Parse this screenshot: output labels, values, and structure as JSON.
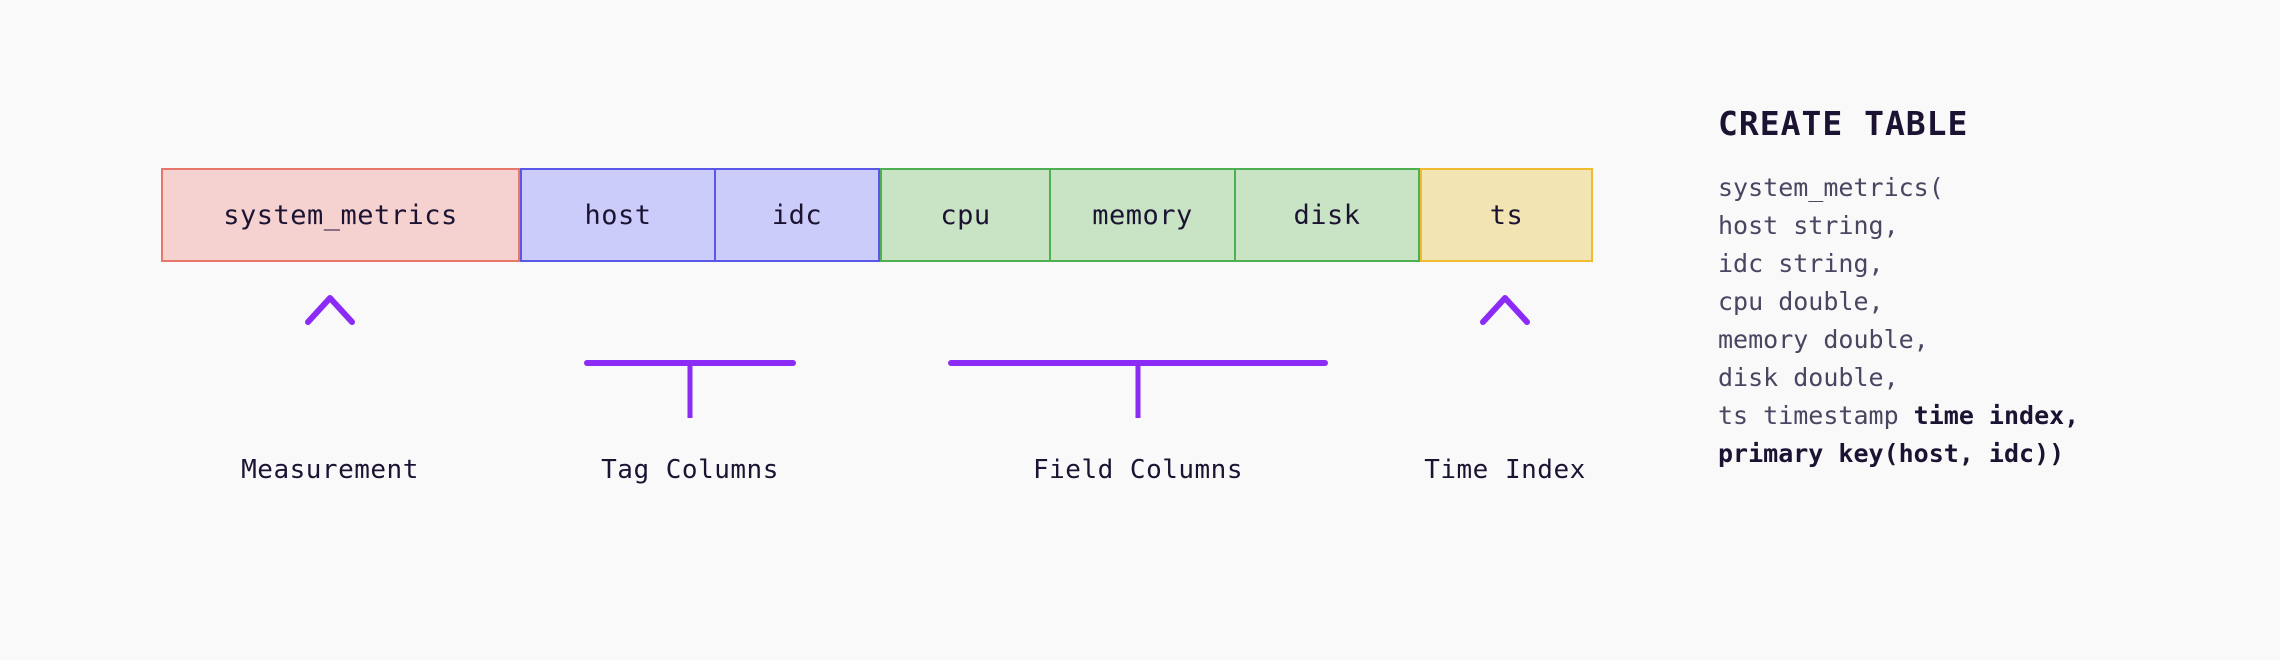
{
  "background_color": "#f9f9f9",
  "schema_bar": {
    "groups": [
      {
        "kind": "measurement",
        "label": "Measurement",
        "accent_fill": "#f5d2cf",
        "accent_border": "#e8776b",
        "columns": [
          {
            "name": "system_metrics"
          }
        ]
      },
      {
        "kind": "tag",
        "label": "Tag Columns",
        "accent_fill": "#ccccfa",
        "accent_border": "#5a56e8",
        "columns": [
          {
            "name": "host"
          },
          {
            "name": "idc"
          }
        ]
      },
      {
        "kind": "field",
        "label": "Field Columns",
        "accent_fill": "#c8e4c5",
        "accent_border": "#4caf50",
        "columns": [
          {
            "name": "cpu"
          },
          {
            "name": "memory"
          },
          {
            "name": "disk"
          }
        ]
      },
      {
        "kind": "time_index",
        "label": "Time Index",
        "accent_fill": "#f2e5b3",
        "accent_border": "#eebc2e",
        "columns": [
          {
            "name": "ts"
          }
        ]
      }
    ],
    "connector_color": "#8b2bf5"
  },
  "code_panel": {
    "title": "CREATE TABLE",
    "lines": [
      [
        {
          "t": "system_metrics(",
          "b": false
        }
      ],
      [
        {
          "t": "host string,",
          "b": false
        }
      ],
      [
        {
          "t": "idc string,",
          "b": false
        }
      ],
      [
        {
          "t": "cpu double,",
          "b": false
        }
      ],
      [
        {
          "t": "memory double,",
          "b": false
        }
      ],
      [
        {
          "t": "disk double,",
          "b": false
        }
      ],
      [
        {
          "t": "ts timestamp ",
          "b": false
        },
        {
          "t": "time index,",
          "b": true
        }
      ],
      [
        {
          "t": "primary key(host, idc))",
          "b": true
        }
      ]
    ]
  }
}
